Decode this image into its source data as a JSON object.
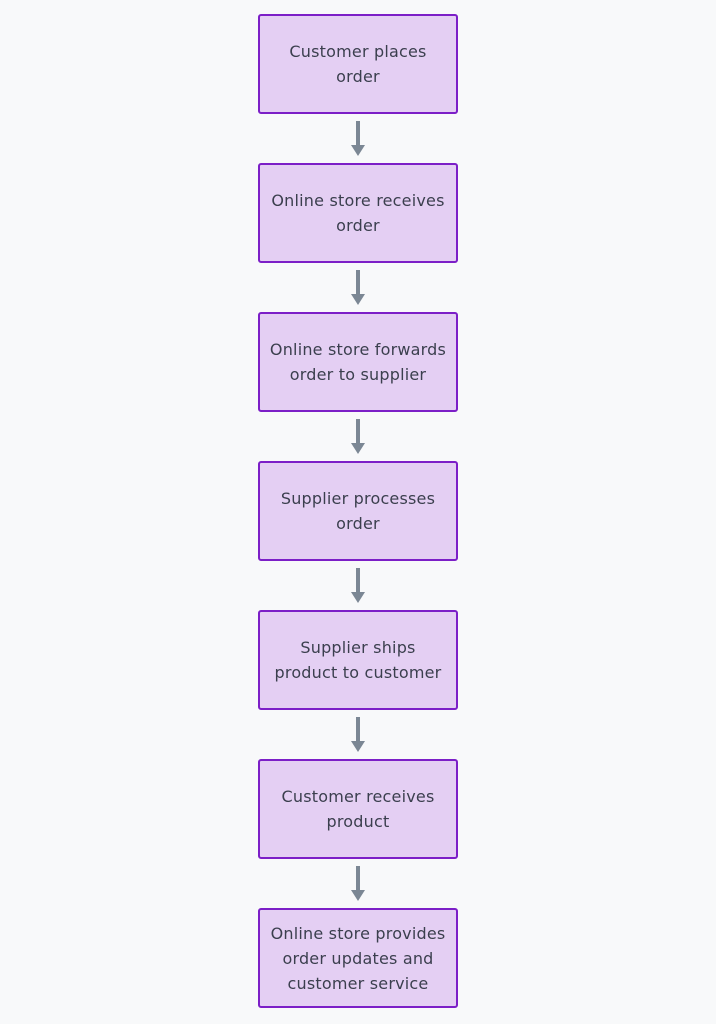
{
  "diagram": {
    "steps": [
      "Customer places order",
      "Online store receives order",
      "Online store forwards order to supplier",
      "Supplier processes order",
      "Supplier ships product to customer",
      "Customer receives product",
      "Online store provides order updates and customer service"
    ],
    "colors": {
      "background": "#f8f9fa",
      "node_fill": "#e4cff3",
      "node_border": "#7c1fc7",
      "text": "#3b3f4e",
      "arrow": "#7b8794"
    }
  }
}
